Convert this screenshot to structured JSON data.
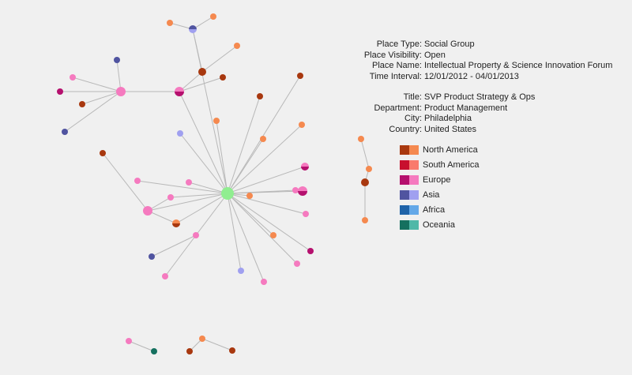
{
  "info": {
    "rows": [
      {
        "key": "Place Type:",
        "value": "Social Group"
      },
      {
        "key": "Place Visibility:",
        "value": "Open"
      },
      {
        "key": "Place Name:",
        "value": "Intellectual Property & Science Innovation Forum"
      },
      {
        "key": "Time Interval:",
        "value": "12/01/2012 - 04/01/2013"
      }
    ],
    "rows2": [
      {
        "key": "Title:",
        "value": "SVP Product Strategy & Ops"
      },
      {
        "key": "Department:",
        "value": "Product Management"
      },
      {
        "key": "City:",
        "value": "Philadelphia"
      },
      {
        "key": "Country:",
        "value": "United States"
      }
    ]
  },
  "legend": [
    {
      "label": "North America",
      "dark": "#a8380f",
      "light": "#f5894f"
    },
    {
      "label": "South America",
      "dark": "#c8102e",
      "light": "#f97a6d"
    },
    {
      "label": "Europe",
      "dark": "#b5106e",
      "light": "#f57abf"
    },
    {
      "label": "Asia",
      "dark": "#5054a0",
      "light": "#a0a0f0"
    },
    {
      "label": "Africa",
      "dark": "#1f63a8",
      "light": "#64a8e8"
    },
    {
      "label": "Oceania",
      "dark": "#15705f",
      "light": "#4fb8a8"
    }
  ],
  "colors": {
    "center_node": "#90ee90",
    "edge": "#b8b8b8"
  }
}
